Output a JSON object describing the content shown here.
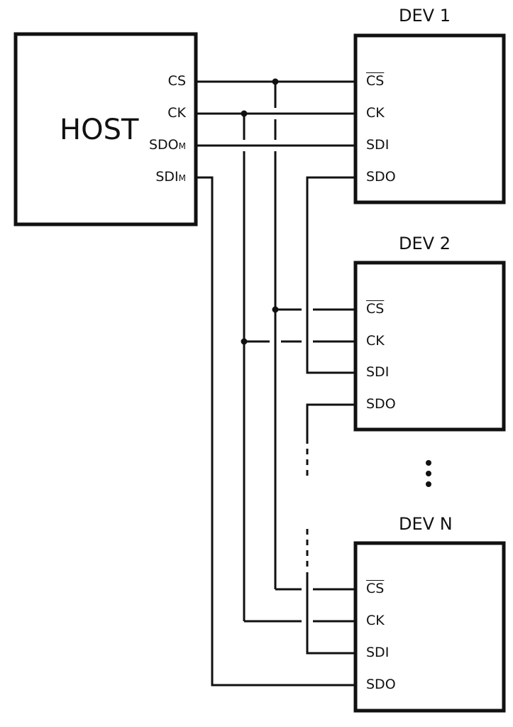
{
  "host": {
    "title": "HOST",
    "pins": [
      {
        "name": "CS",
        "sub": ""
      },
      {
        "name": "CK",
        "sub": ""
      },
      {
        "name": "SDO",
        "sub": "M"
      },
      {
        "name": "SDI",
        "sub": "M"
      }
    ]
  },
  "devices": [
    {
      "title": "DEV 1",
      "pins": [
        "CS",
        "CK",
        "SDI",
        "SDO"
      ],
      "cs_active_low": true
    },
    {
      "title": "DEV 2",
      "pins": [
        "CS",
        "CK",
        "SDI",
        "SDO"
      ],
      "cs_active_low": true
    },
    {
      "title": "DEV N",
      "pins": [
        "CS",
        "CK",
        "SDI",
        "SDO"
      ],
      "cs_active_low": true
    }
  ],
  "ellipsis": "vertical-dots",
  "colors": {
    "line": "#111111",
    "background": "#ffffff"
  }
}
